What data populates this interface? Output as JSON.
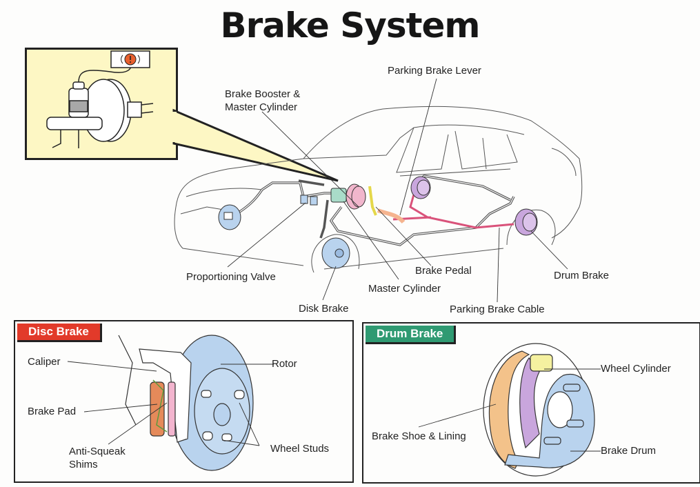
{
  "title": "Brake System",
  "callout": {
    "description": "Brake booster and master cylinder close-up with brake warning lamp",
    "warning_icon": "brake-warning-icon",
    "warning_symbol": "!"
  },
  "car_diagram": {
    "labels": {
      "parking_brake_lever": "Parking Brake Lever",
      "booster_line1": "Brake Booster &",
      "booster_line2": "Master Cylinder",
      "proportioning_valve": "Proportioning Valve",
      "disk_brake": "Disk Brake",
      "master_cylinder": "Master Cylinder",
      "brake_pedal": "Brake Pedal",
      "parking_brake_cable": "Parking Brake Cable",
      "drum_brake": "Drum Brake"
    }
  },
  "disc_panel": {
    "header": "Disc Brake",
    "header_color": "#e23a2a",
    "labels": {
      "caliper": "Caliper",
      "brake_pad": "Brake Pad",
      "shims_line1": "Anti-Squeak",
      "shims_line2": "Shims",
      "rotor": "Rotor",
      "wheel_studs": "Wheel Studs"
    }
  },
  "drum_panel": {
    "header": "Drum Brake",
    "header_color": "#2f9a72",
    "labels": {
      "wheel_cylinder": "Wheel Cylinder",
      "brake_shoe": "Brake Shoe & Lining",
      "brake_drum": "Brake Drum"
    }
  },
  "colors": {
    "callout_bg": "#fdf7c4",
    "front_brake": "#b9d3ee",
    "rear_drum": "#c9a6dd",
    "booster": "#f1b6cc",
    "master_cyl": "#a9dcc9",
    "pedal": "#f5b48f",
    "cable": "#d9527a",
    "lining": "#f3c28a"
  }
}
